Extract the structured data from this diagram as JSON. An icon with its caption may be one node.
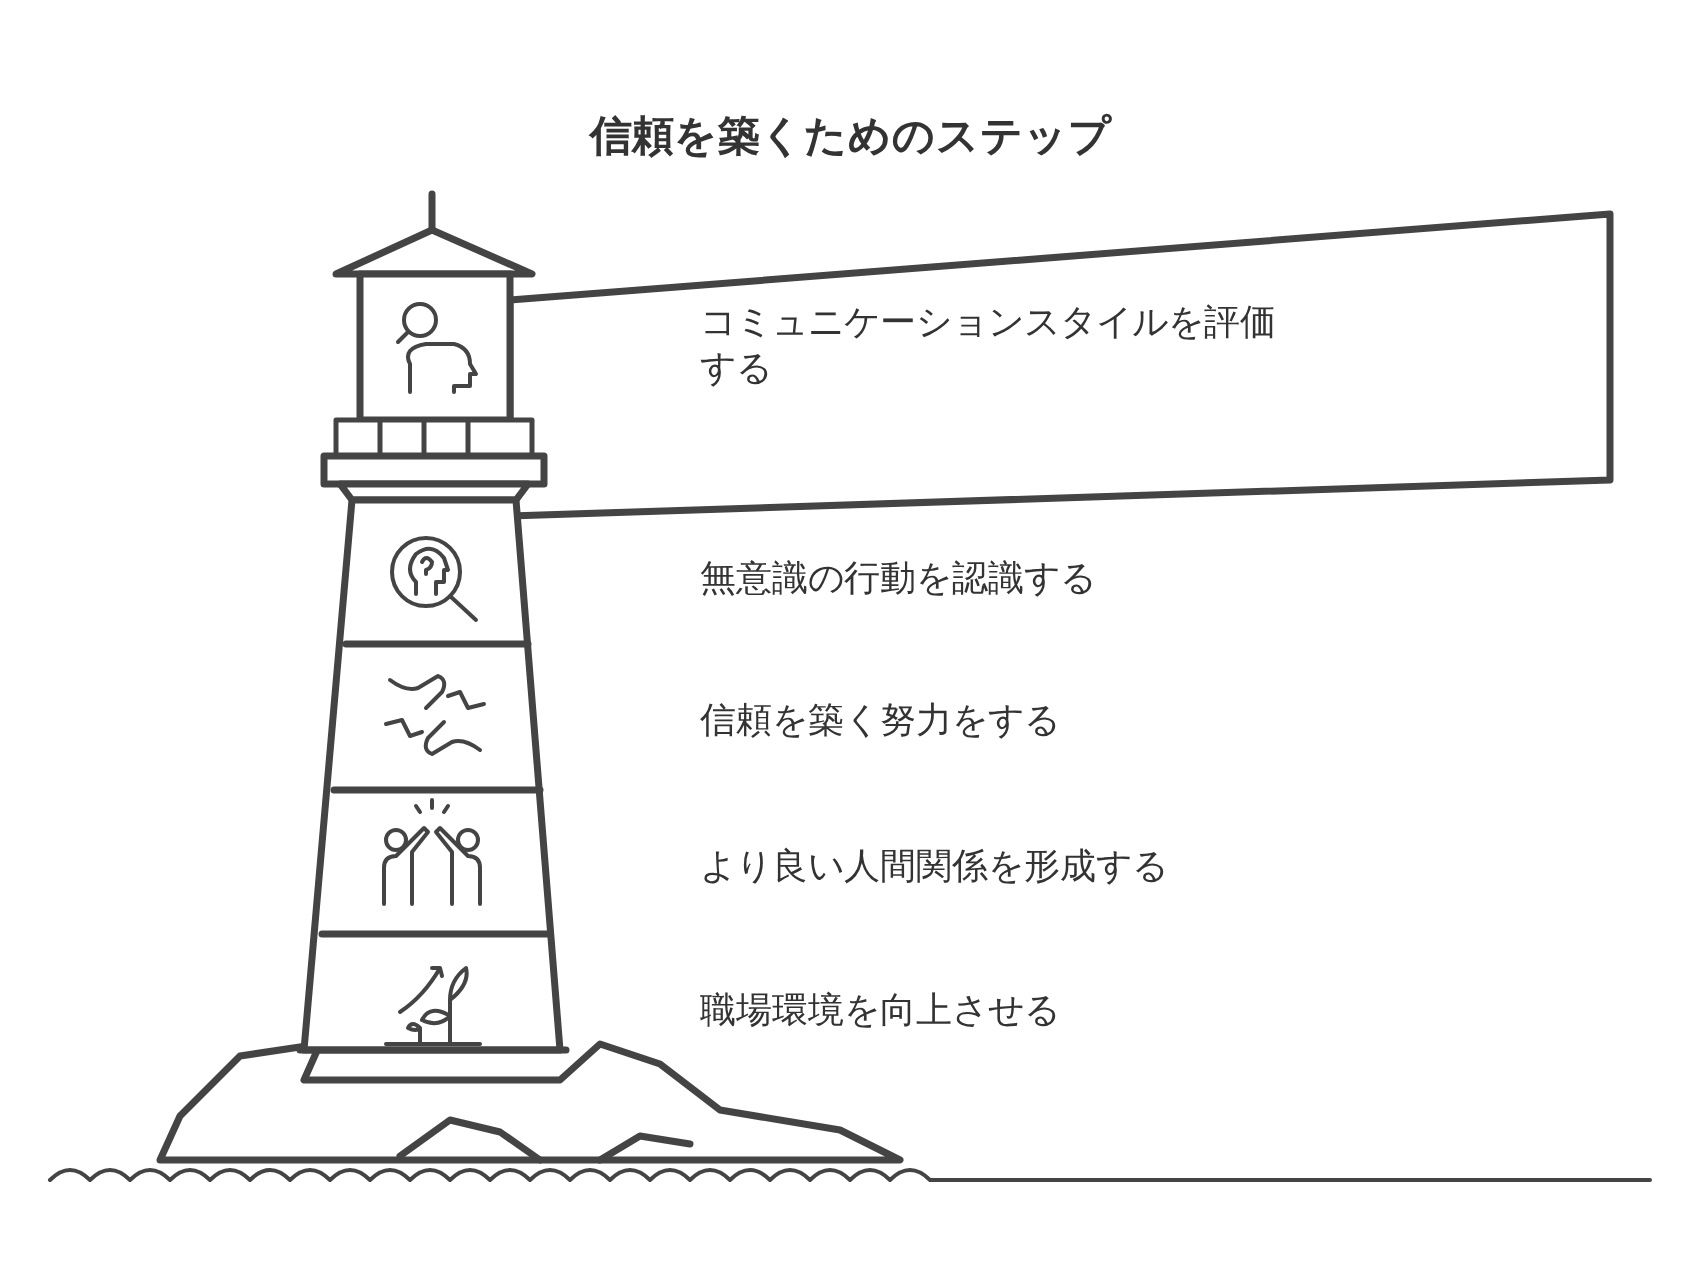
{
  "diagram": {
    "title": "信頼を築くためのステップ",
    "labels": [
      "コミュニケーションスタイルを評価する",
      "無意識の行動を認識する",
      "信頼を築く努力をする",
      "より良い人間関係を形成する",
      "職場環境を向上させる"
    ]
  }
}
